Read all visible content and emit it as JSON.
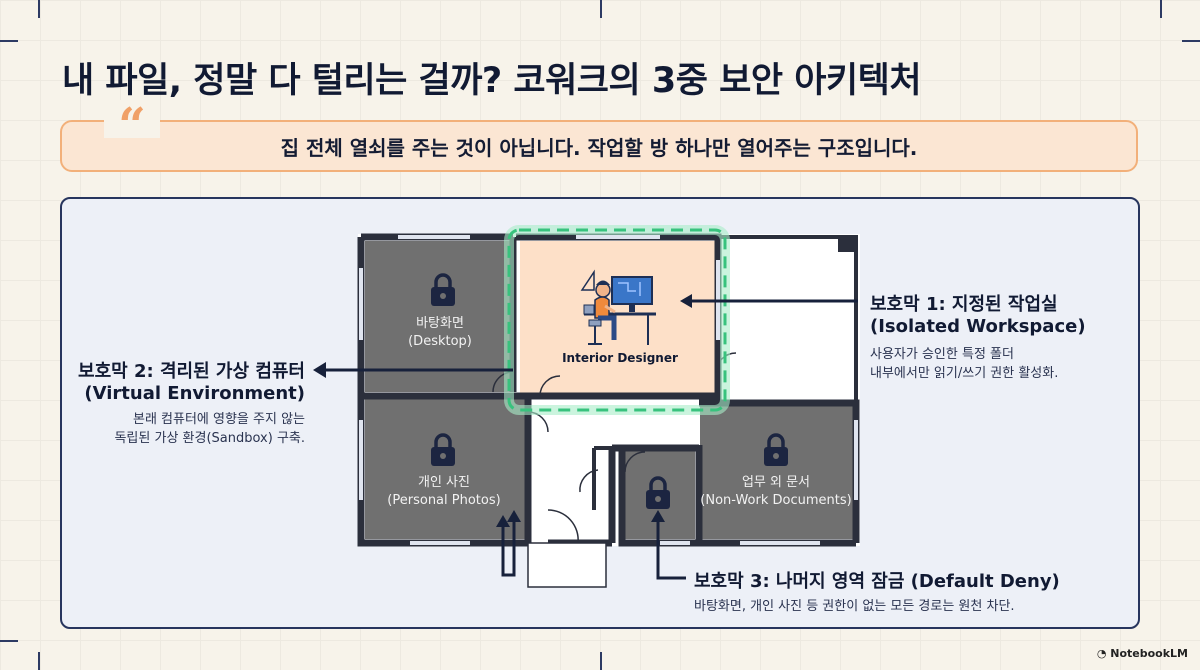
{
  "title": "내 파일, 정말 다 털리는 걸까? 코워크의 3중 보안 아키텍처",
  "quote": "집 전체 열쇠를 주는 것이 아닙니다. 작업할 방 하나만 열어주는 구조입니다.",
  "rooms": {
    "desktop": {
      "name": "바탕화면",
      "sub": "(Desktop)"
    },
    "photos": {
      "name": "개인 사진",
      "sub": "(Personal Photos)"
    },
    "documents": {
      "name": "업무 외 문서",
      "sub": "(Non-Work Documents)"
    },
    "workspace": {
      "name": "Interior Designer"
    }
  },
  "layers": {
    "l1": {
      "title": "보호막 1: 지정된 작업실",
      "title2": "(Isolated Workspace)",
      "desc1": "사용자가 승인한 특정 폴더",
      "desc2": "내부에서만 읽기/쓰기 권한 활성화."
    },
    "l2": {
      "title": "보호막 2: 격리된 가상 컴퓨터",
      "title2": "(Virtual Environment)",
      "desc1": "본래 컴퓨터에 영향을 주지 않는",
      "desc2": "독립된 가상 환경(Sandbox) 구축."
    },
    "l3": {
      "title": "보호막 3: 나머지 영역 잠금 (Default Deny)",
      "desc1": "바탕화면, 개인 사진 등 권한이 없는 모든 경로는 원천 차단."
    }
  },
  "brand": "NotebookLM",
  "colors": {
    "accent_orange": "#f2b07a",
    "navy": "#27355e",
    "room_gray": "#6e6e6e",
    "workspace_fill": "#fde0c8",
    "secure_green": "#5fd69a"
  },
  "icons": [
    "quote-icon",
    "lock-icon",
    "designer-at-desk-icon",
    "arrow-icon",
    "notebooklm-logo-icon"
  ]
}
